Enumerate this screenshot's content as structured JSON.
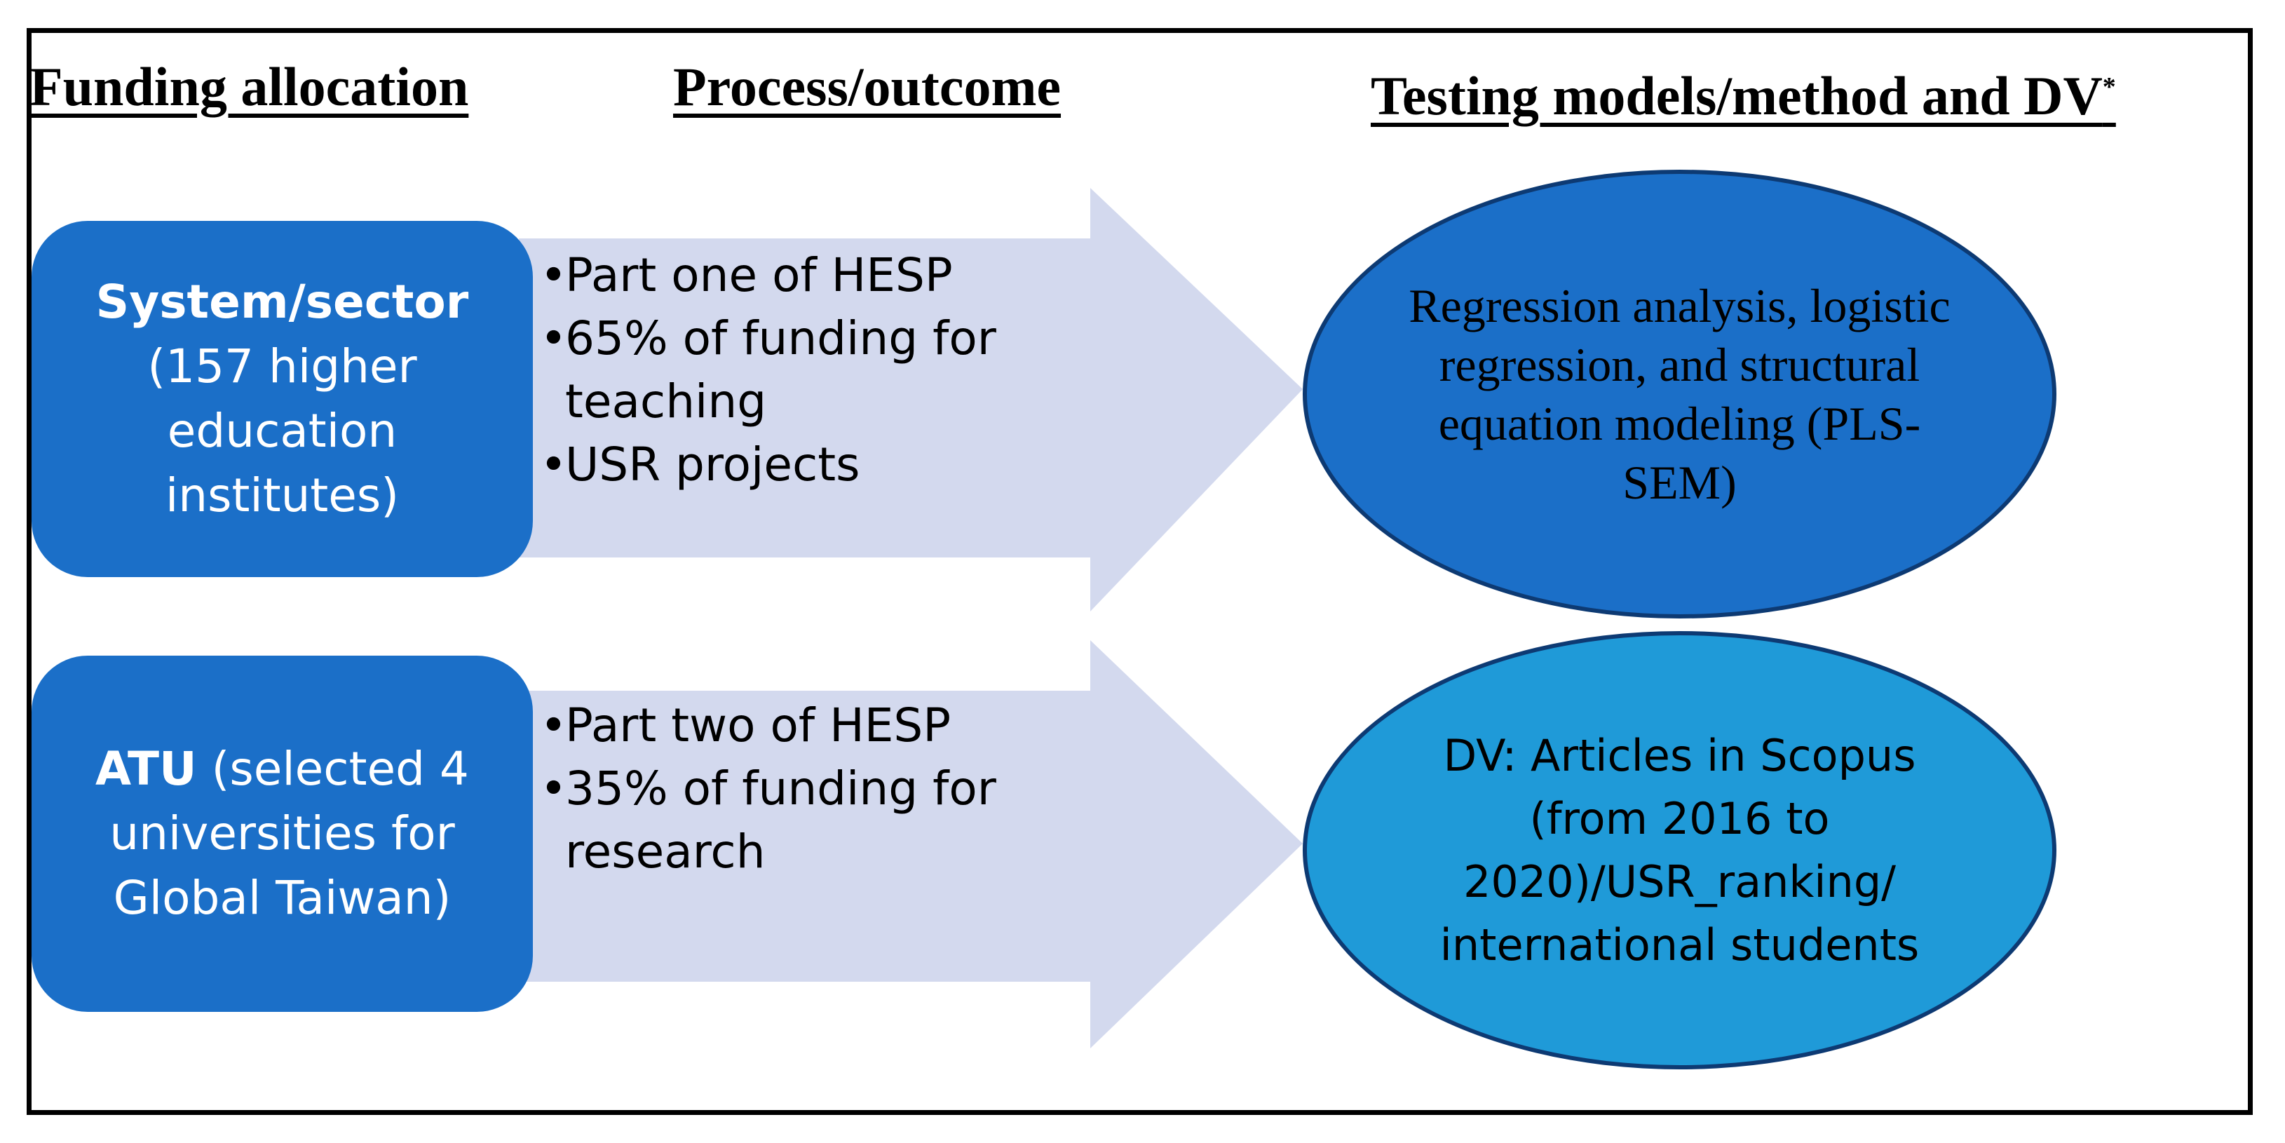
{
  "headers": {
    "funding": "Funding allocation",
    "process": "Process/outcome",
    "testing": "Testing models/method and DV",
    "testing_mark": "*"
  },
  "colors": {
    "box": "#1b6fc8",
    "arrow": "#d3d9ee",
    "ellipse_top": "#1b6fc8",
    "ellipse_bottom": "#1f9ad8",
    "ellipse_border": "#0d3a73"
  },
  "rows": [
    {
      "box_bold": "System/sector",
      "box_lines": [
        "(157 higher",
        "education",
        "institutes)"
      ],
      "bullets": [
        "Part one of HESP",
        "65% of funding for teaching",
        "USR projects"
      ],
      "ellipse_text": "Regression analysis, logistic regression, and structural equation modeling (PLS-SEM)"
    },
    {
      "box_bold": "ATU",
      "box_lines": [
        "(selected 4",
        "universities for",
        "Global Taiwan)"
      ],
      "bullets": [
        "Part two of HESP",
        "35% of funding for research"
      ],
      "ellipse_text": "DV: Articles in Scopus (from 2016 to 2020)/USR_ranking/ international students"
    }
  ]
}
